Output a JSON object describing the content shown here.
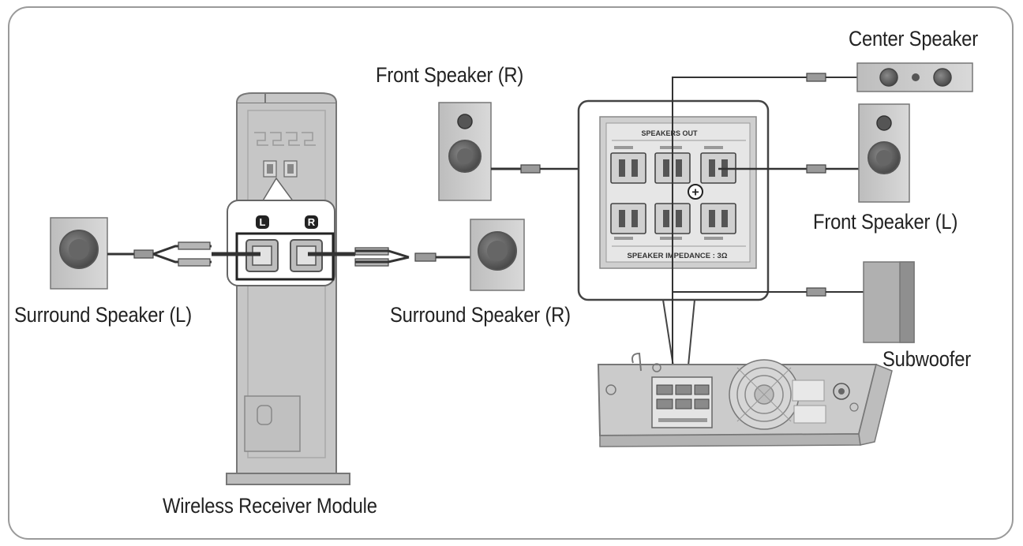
{
  "labels": {
    "center_speaker": "Center Speaker",
    "front_speaker_r": "Front Speaker (R)",
    "front_speaker_l": "Front Speaker (L)",
    "surround_speaker_l": "Surround Speaker (L)",
    "surround_speaker_r": "Surround Speaker (R)",
    "subwoofer": "Subwoofer",
    "wireless_receiver_module": "Wireless Receiver Module"
  },
  "module_terminals": {
    "left": "L",
    "right": "R"
  },
  "speakers_out_panel": {
    "title": "SPEAKERS OUT",
    "impedance": "SPEAKER IMPEDANCE : 3Ω",
    "polarity_symbol": "+"
  }
}
